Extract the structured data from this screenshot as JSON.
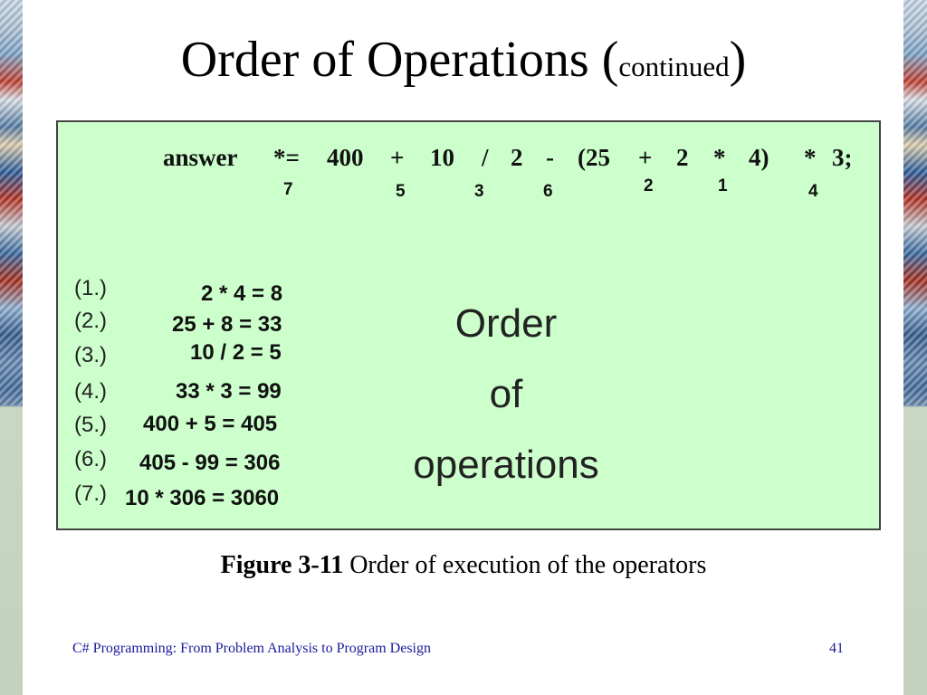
{
  "title": {
    "main": "Order of Operations (",
    "small": "continued",
    "close": ")"
  },
  "expression": {
    "tokens": [
      "answer",
      "*=",
      "400",
      "+",
      "10",
      "/",
      "2",
      "-",
      "(25",
      "+",
      "2",
      "*",
      "4)",
      "*",
      "3;"
    ],
    "orders": [
      "7",
      "5",
      "3",
      "6",
      "2",
      "1",
      "4"
    ]
  },
  "steps": [
    {
      "num": "(1.)",
      "expr": "2 * 4 = 8"
    },
    {
      "num": "(2.)",
      "expr": "25 + 8 = 33"
    },
    {
      "num": "(3.)",
      "expr": "10 / 2 = 5"
    },
    {
      "num": "(4.)",
      "expr": "33 * 3 = 99"
    },
    {
      "num": "(5.)",
      "expr": "400 + 5 = 405"
    },
    {
      "num": "(6.)",
      "expr": "405 - 99 = 306"
    },
    {
      "num": "(7.)",
      "expr": "10 * 306 = 3060"
    }
  ],
  "big_label": [
    "Order",
    "of",
    "operations"
  ],
  "caption": {
    "bold": "Figure 3-11",
    "text": " Order of execution of the operators"
  },
  "footer": {
    "book": "C# Programming: From Problem Analysis to Program Design",
    "page": "41"
  },
  "colors": {
    "figure_bg": "#ccffcc",
    "footer_text": "#1a1a9a"
  }
}
